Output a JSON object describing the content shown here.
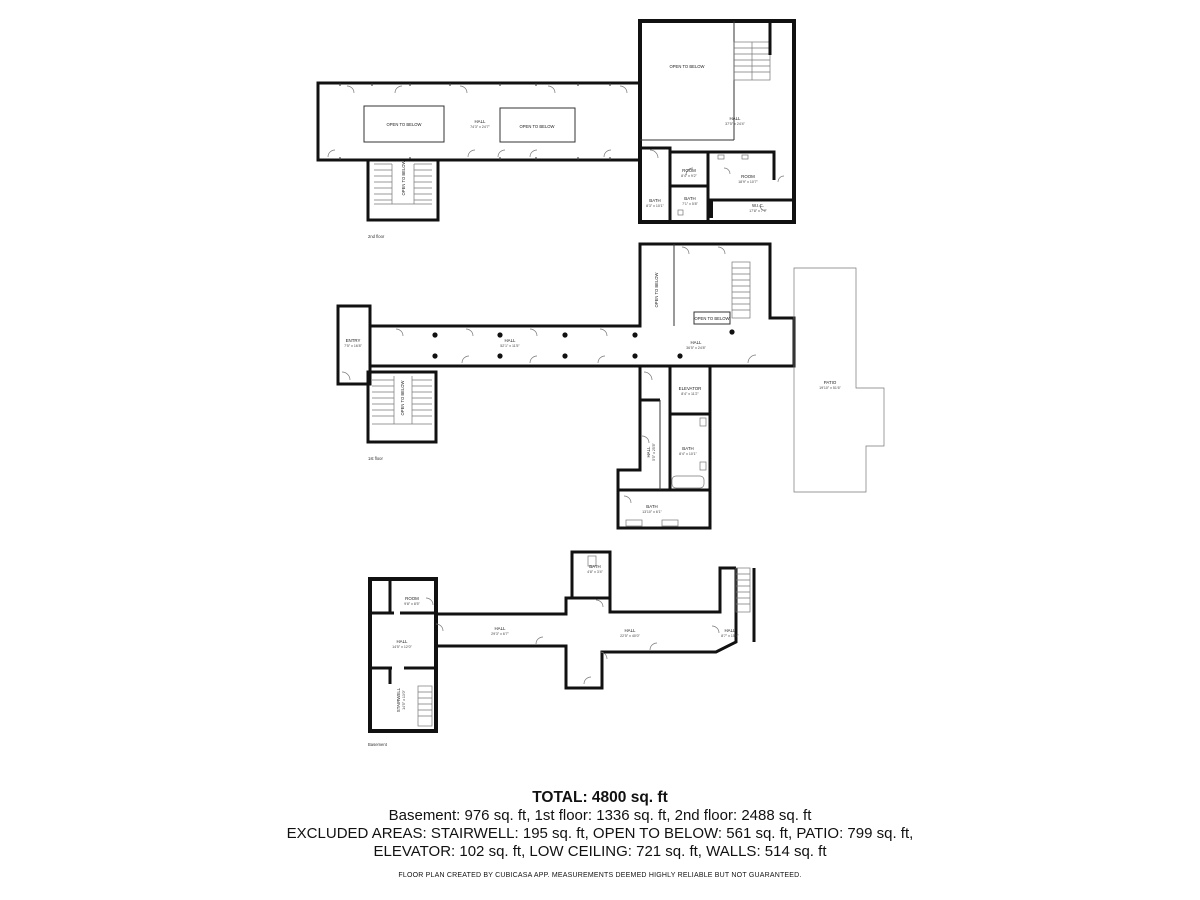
{
  "floors": [
    {
      "name": "2nd floor",
      "rooms": [
        {
          "key": "hall_a",
          "label": "HALL",
          "dims": "74'3\" x 24'7\""
        },
        {
          "key": "hall_b",
          "label": "HALL",
          "dims": "37'5\" x 24'4\""
        },
        {
          "key": "room_a",
          "label": "ROOM",
          "dims": "8'4\" x 9'2\""
        },
        {
          "key": "room_b",
          "label": "ROOM",
          "dims": "18'9\" x 10'7\""
        },
        {
          "key": "bath",
          "label": "BATH",
          "dims": "8'3\" x 10'1\""
        },
        {
          "key": "bath2",
          "label": "BATH",
          "dims": "7'1\" x 5'8\""
        },
        {
          "key": "wic",
          "label": "W.I.C.",
          "dims": "17'8\" x 7'7\""
        }
      ],
      "open_to_below": [
        "OPEN TO BELOW",
        "OPEN TO BELOW",
        "OPEN TO BELOW",
        "OPEN TO BELOW"
      ]
    },
    {
      "name": "1st floor",
      "rooms": [
        {
          "key": "entry",
          "label": "ENTRY",
          "dims": "7'5\" x 16'8\""
        },
        {
          "key": "hall_a",
          "label": "HALL",
          "dims": "52'1\" x 11'5\""
        },
        {
          "key": "hall_b",
          "label": "HALL",
          "dims": "36'5\" x 24'8\""
        },
        {
          "key": "elevator",
          "label": "ELEVATOR",
          "dims": "8'4\" x 11'2\""
        },
        {
          "key": "hall_c",
          "label": "HALL",
          "dims": "5'5\" x 25'8\""
        },
        {
          "key": "bath",
          "label": "BATH",
          "dims": "8'4\" x 10'1\""
        },
        {
          "key": "bath2",
          "label": "BATH",
          "dims": "13'10\" x 6'1\""
        },
        {
          "key": "patio",
          "label": "PATIO",
          "dims": "19'10\" x 51'6\""
        }
      ],
      "open_to_below": [
        "OPEN TO BELOW",
        "OPEN TO BELOW",
        "OPEN TO BELOW"
      ]
    },
    {
      "name": "Basement",
      "rooms": [
        {
          "key": "room",
          "label": "ROOM",
          "dims": "9'8\" x 8'5\""
        },
        {
          "key": "hall_a",
          "label": "HALL",
          "dims": "14'5\" x 12'0\""
        },
        {
          "key": "stairwell",
          "label": "STAIRWELL",
          "dims": "14'5\" x 13'0\""
        },
        {
          "key": "hall_b",
          "label": "HALL",
          "dims": "29'3\" x 6'7\""
        },
        {
          "key": "bath",
          "label": "BATH",
          "dims": "4'8\" x 3'4\""
        },
        {
          "key": "hall_c",
          "label": "HALL",
          "dims": "22'5\" x 40'0\""
        },
        {
          "key": "hall_d",
          "label": "HALL",
          "dims": "8'7\" x 15'0\""
        }
      ]
    }
  ],
  "summary": {
    "total": "TOTAL: 4800 sq. ft",
    "line1": "Basement: 976 sq. ft, 1st floor: 1336 sq. ft, 2nd floor: 2488 sq. ft",
    "line2": "EXCLUDED AREAS: STAIRWELL: 195 sq. ft, OPEN TO BELOW: 561 sq. ft, PATIO: 799 sq. ft,",
    "line3": "ELEVATOR: 102 sq. ft, LOW CEILING: 721 sq. ft, WALLS: 514 sq. ft",
    "footer": "FLOOR PLAN CREATED BY CUBICASA APP. MEASUREMENTS DEEMED HIGHLY RELIABLE BUT NOT GUARANTEED."
  }
}
